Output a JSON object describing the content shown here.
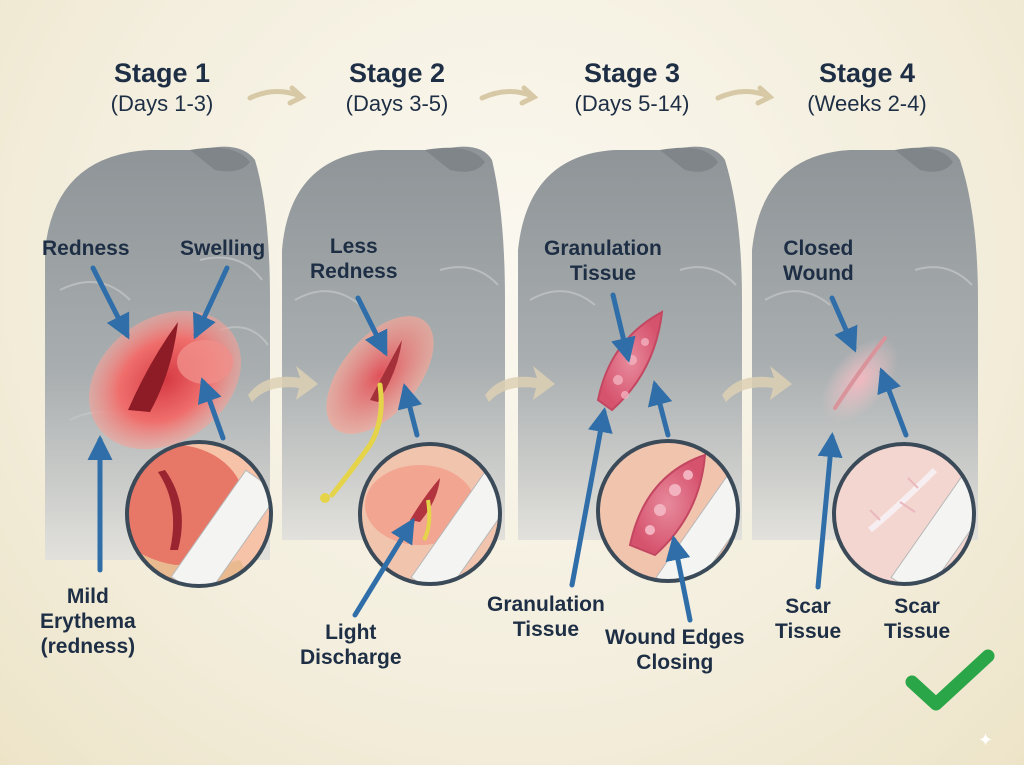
{
  "stages": [
    {
      "title": "Stage 1",
      "range": "(Days 1-3)",
      "labels": [
        {
          "lines": [
            "Redness"
          ]
        },
        {
          "lines": [
            "Swelling"
          ]
        },
        {
          "lines": [
            "Mild",
            "Erythema",
            "(redness)"
          ]
        }
      ]
    },
    {
      "title": "Stage 2",
      "range": "(Days 3-5)",
      "labels": [
        {
          "lines": [
            "Less",
            "Redness"
          ]
        },
        {
          "lines": [
            "Light",
            "Discharge"
          ]
        }
      ]
    },
    {
      "title": "Stage 3",
      "range": "(Days 5-14)",
      "labels": [
        {
          "lines": [
            "Granulation",
            "Tissue"
          ]
        },
        {
          "lines": [
            "Granulation",
            "Tissue"
          ]
        },
        {
          "lines": [
            "Wound Edges",
            "Closing"
          ]
        }
      ]
    },
    {
      "title": "Stage 4",
      "range": "(Weeks 2-4)",
      "labels": [
        {
          "lines": [
            "Closed",
            "Wound"
          ]
        },
        {
          "lines": [
            "Scar",
            "Tissue"
          ]
        },
        {
          "lines": [
            "Scar",
            "Tissue"
          ]
        }
      ]
    }
  ],
  "colors": {
    "text": "#1e2f45",
    "arrow": "#2f6ea8",
    "fur": "#9aa0a3",
    "wound_red": "#e8555a",
    "discharge": "#e5d44a",
    "granulation": "#e06f8a",
    "scar": "#f2c8cc",
    "check": "#2aa548"
  },
  "icons": [
    "check-icon",
    "sparkle-icon",
    "ruler-icon",
    "flow-arrow-icon"
  ]
}
